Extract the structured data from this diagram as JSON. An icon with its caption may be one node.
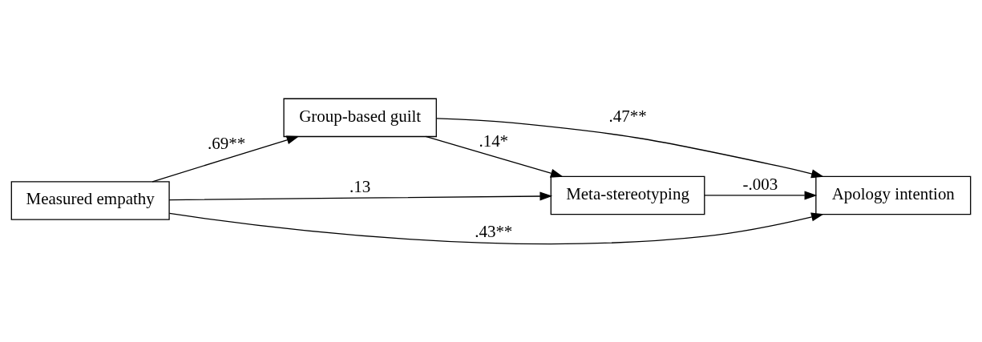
{
  "diagram": {
    "nodes": [
      {
        "text": [
          "Measured empathy"
        ]
      },
      {
        "text": [
          "Group-based guilt"
        ]
      },
      {
        "text": [
          "Meta-stereotyping"
        ]
      },
      {
        "text": [
          "Apology intention"
        ]
      }
    ],
    "edges": [
      {
        "from": 0,
        "to": 1,
        "arrow": "to",
        "label": ".69**"
      },
      {
        "from": 1,
        "to": 2,
        "arrow": "to",
        "label": ".14*"
      },
      {
        "from": 0,
        "to": 2,
        "arrow": "to",
        "label": ".13"
      },
      {
        "from": 1,
        "to": 3,
        "arrow": "to",
        "label": ".47**"
      },
      {
        "from": 2,
        "to": 3,
        "arrow": "to",
        "label": "-.003"
      },
      {
        "from": 0,
        "to": 3,
        "arrow": "to",
        "label": ".43**"
      }
    ]
  }
}
